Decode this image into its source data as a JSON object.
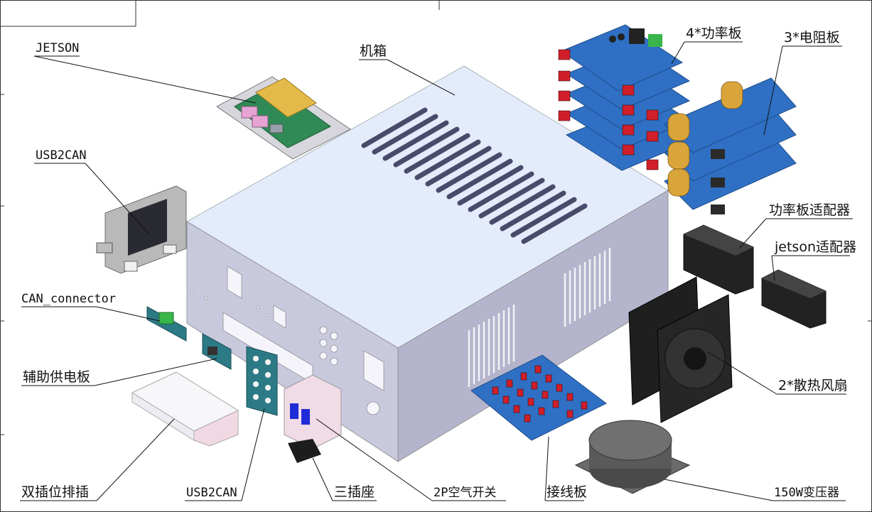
{
  "labels": {
    "jetson": "JETSON",
    "chassis": "机箱",
    "power_board": "4*功率板",
    "resistor_board": "3*电阻板",
    "usb2can_top": "USB2CAN",
    "power_adapter": "功率板适配器",
    "jetson_adapter": "jetson适配器",
    "can_connector": "CAN_connector",
    "aux_power_board": "辅助供电板",
    "fans": "2*散热风扇",
    "power_strip": "双插位排插",
    "usb2can_bottom": "USB2CAN",
    "socket": "三插座",
    "air_switch": "2P空气开关",
    "terminal_board": "接线板",
    "transformer": "150W变压器"
  },
  "colors": {
    "chassis_top": "#e4ecfb",
    "chassis_side": "#c9c9de",
    "chassis_front": "#a9a9c3",
    "pcb_blue": "#2f70c4",
    "resistor_gold": "#d9a53a",
    "connector_red": "#d11f2a",
    "panel_teal": "#2c7a86"
  }
}
